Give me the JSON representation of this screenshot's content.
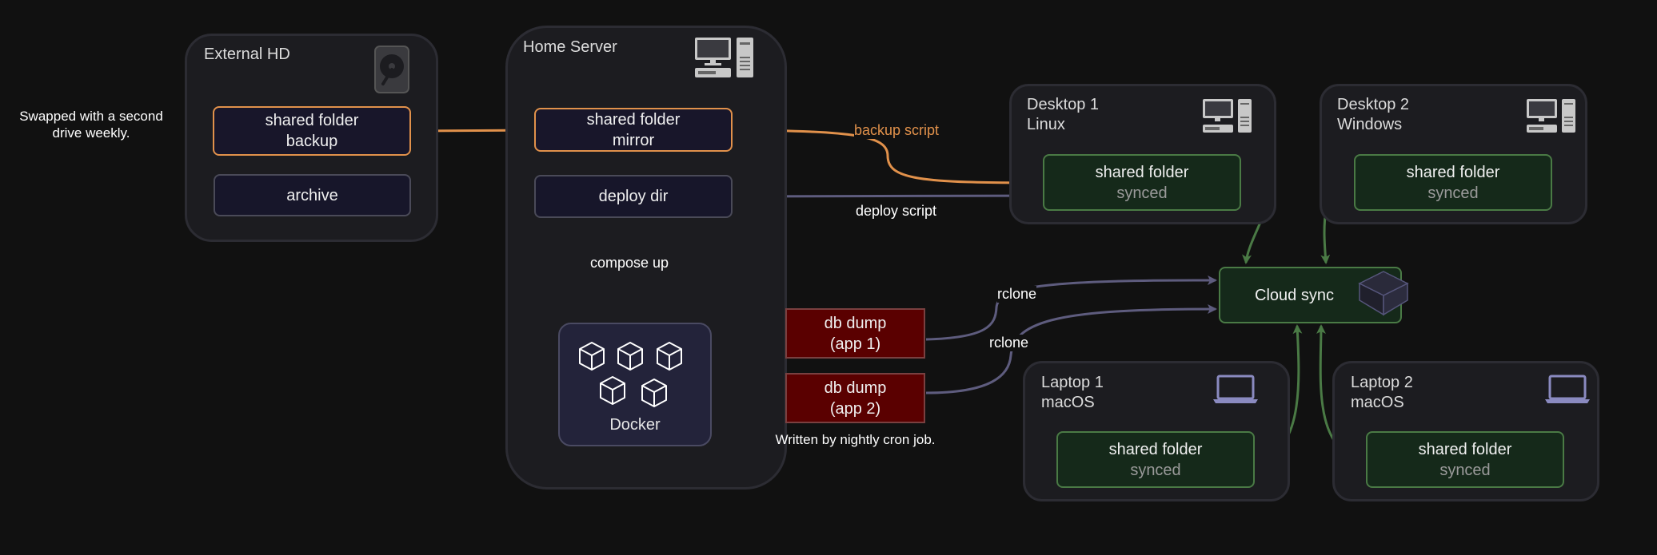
{
  "groups": {
    "external_hd": {
      "title": "External HD",
      "backup": [
        "shared folder",
        "backup"
      ],
      "archive": "archive"
    },
    "home_server": {
      "title": "Home Server",
      "mirror": [
        "shared folder",
        "mirror"
      ],
      "deploy_dir": "deploy dir",
      "docker": "Docker"
    },
    "desktop1": {
      "title": "Desktop 1\nLinux",
      "folder": "shared folder",
      "status": "synced"
    },
    "desktop2": {
      "title": "Desktop 2\nWindows",
      "folder": "shared folder",
      "status": "synced"
    },
    "laptop1": {
      "title": "Laptop 1\nmacOS",
      "folder": "shared folder",
      "status": "synced"
    },
    "laptop2": {
      "title": "Laptop 2\nmacOS",
      "folder": "shared folder",
      "status": "synced"
    }
  },
  "cloud_sync": "Cloud sync",
  "dumps": [
    {
      "line1": "db dump",
      "line2": "(app 1)"
    },
    {
      "line1": "db dump",
      "line2": "(app 2)"
    }
  ],
  "edge_labels": {
    "backup_script": "backup script",
    "deploy_script": "deploy script",
    "compose_up": "compose up",
    "rclone1": "rclone",
    "rclone2": "rclone"
  },
  "notes": {
    "swap": "Swapped with a second\ndrive weekly.",
    "cron": "Written by nightly cron job."
  },
  "colors": {
    "orange": "#e1914b",
    "green": "#4a7a45",
    "slate": "#5e5c7e",
    "dump_red": "#5a0000"
  },
  "icons": [
    "hard-drive-icon",
    "desktop-computer-icon",
    "laptop-icon",
    "cube-icon",
    "cloud-box-icon"
  ]
}
